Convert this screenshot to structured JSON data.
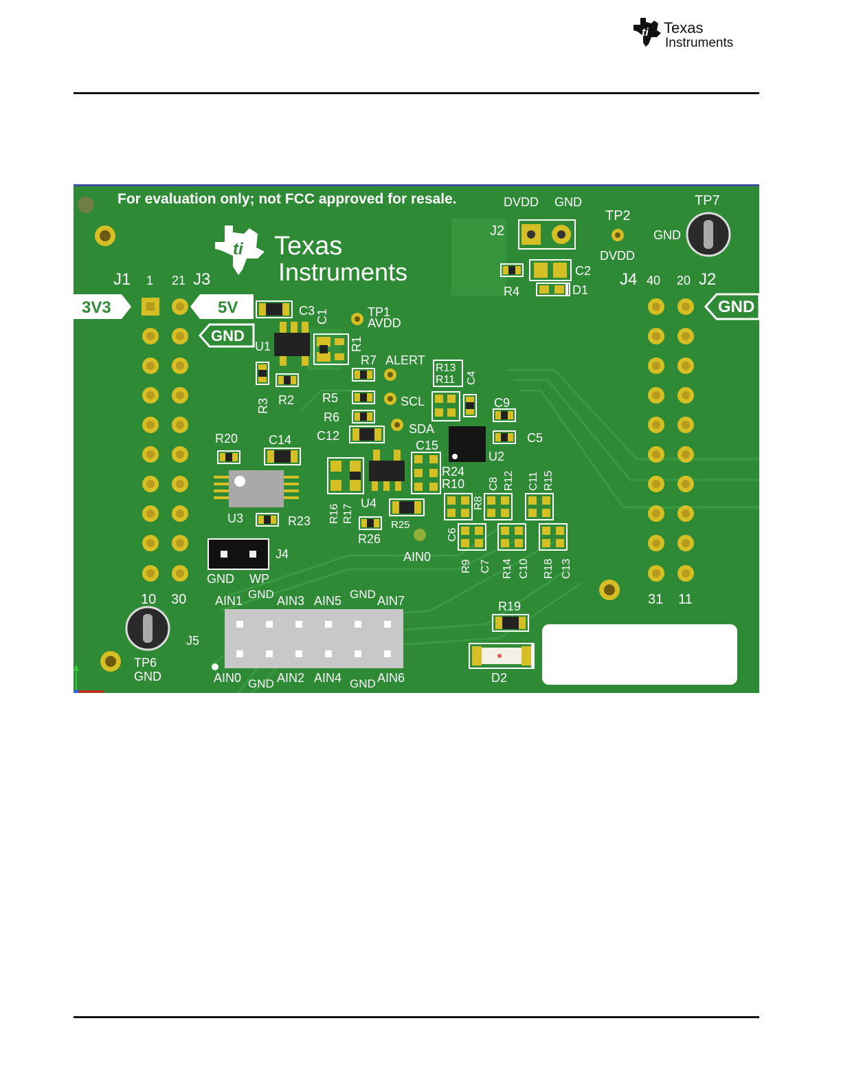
{
  "header": {
    "logo_line1": "Texas",
    "logo_line2": "Instruments"
  },
  "pcb": {
    "notice": "For evaluation only; not FCC approved for resale.",
    "silk_logo_line1": "Texas",
    "silk_logo_line2": "Instruments",
    "colors": {
      "board": "#2f8a36",
      "board_dark": "#246b2a",
      "trace": "#3a9a42",
      "silk": "#ffffff",
      "pad": "#d6bf24",
      "hole": "#b89a1e",
      "chip": "#222222",
      "header_grey": "#c8c8c8",
      "ic_grey": "#a9a9a9"
    },
    "connectors": {
      "j1_label": "J1",
      "j3_label": "J3",
      "j4_label": "J4",
      "j2_label": "J2",
      "j2_small_label": "J2",
      "j5_label": "J5",
      "pin_1": "1",
      "pin_21": "21",
      "pin_10": "10",
      "pin_30": "30",
      "pin_40": "40",
      "pin_20": "20",
      "pin_31": "31",
      "pin_11": "11"
    },
    "power_tags": {
      "tag_3v3": "3V3",
      "tag_5v": "5V",
      "tag_gnd_left": "GND",
      "tag_gnd_right": "GND"
    },
    "j2_header": {
      "dvdd": "DVDD",
      "gnd": "GND"
    },
    "testpoints": {
      "tp1": "TP1",
      "tp1_net": "AVDD",
      "tp2": "TP2",
      "tp2_net": "DVDD",
      "tp7": "TP7",
      "tp7_net": "GND",
      "tp6": "TP6",
      "tp6_net": "GND"
    },
    "signals": {
      "alert": "ALERT",
      "scl": "SCL",
      "sda": "SDA",
      "ain0": "AIN0"
    },
    "jumper_j4": {
      "label": "J4",
      "gnd": "GND",
      "wp": "WP"
    },
    "j5_top": [
      "AIN1",
      "GND",
      "AIN3",
      "AIN5",
      "GND",
      "AIN7"
    ],
    "j5_bottom": [
      "AIN0",
      "GND",
      "AIN2",
      "AIN4",
      "GND",
      "AIN6"
    ],
    "refdes": {
      "C1": "C1",
      "C2": "C2",
      "C3": "C3",
      "C4": "C4",
      "C5": "C5",
      "C6": "C6",
      "C7": "C7",
      "C8": "C8",
      "C9": "C9",
      "C10": "C10",
      "C11": "C11",
      "C12": "C12",
      "C13": "C13",
      "C14": "C14",
      "C15": "C15",
      "R1": "R1",
      "R2": "R2",
      "R3": "R3",
      "R4": "R4",
      "R5": "R5",
      "R6": "R6",
      "R7": "R7",
      "R8": "R8",
      "R9": "R9",
      "R10": "R10",
      "R11": "R11",
      "R12": "R12",
      "R13": "R13",
      "R14": "R14",
      "R15": "R15",
      "R16": "R16",
      "R17": "R17",
      "R18": "R18",
      "R19": "R19",
      "R20": "R20",
      "R23": "R23",
      "R24": "R24",
      "R25": "R25",
      "R26": "R26",
      "U1": "U1",
      "U2": "U2",
      "U3": "U3",
      "U4": "U4",
      "D1": "D1",
      "D2": "D2"
    }
  }
}
